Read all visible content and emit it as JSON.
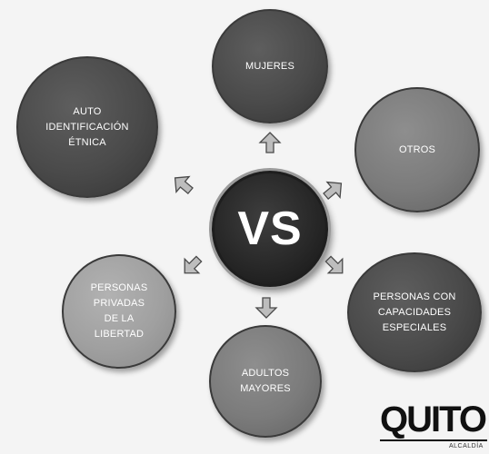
{
  "diagram": {
    "center": "VS",
    "nodes": {
      "mujeres": "MUJERES",
      "auto_identificacion": "AUTO\nIDENTIFICACIÓN\nÉTNICA",
      "otros": "OTROS",
      "personas_privadas": "PERSONAS\nPRIVADAS\nDE LA\nLIBERTAD",
      "capacidades_especiales": "PERSONAS CON\nCAPACIDADES\nESPECIALES",
      "adultos_mayores": "ADULTOS\nMAYORES"
    }
  },
  "logo": {
    "text": "QUITO",
    "subtext": "ALCALDÍA"
  },
  "colors": {
    "center_fill": "#262626",
    "dark_node": "#4a4a4a",
    "mid_node": "#7b7b7b",
    "light_node": "#a0a0a0",
    "arrow_fill": "#bdbdbd"
  }
}
